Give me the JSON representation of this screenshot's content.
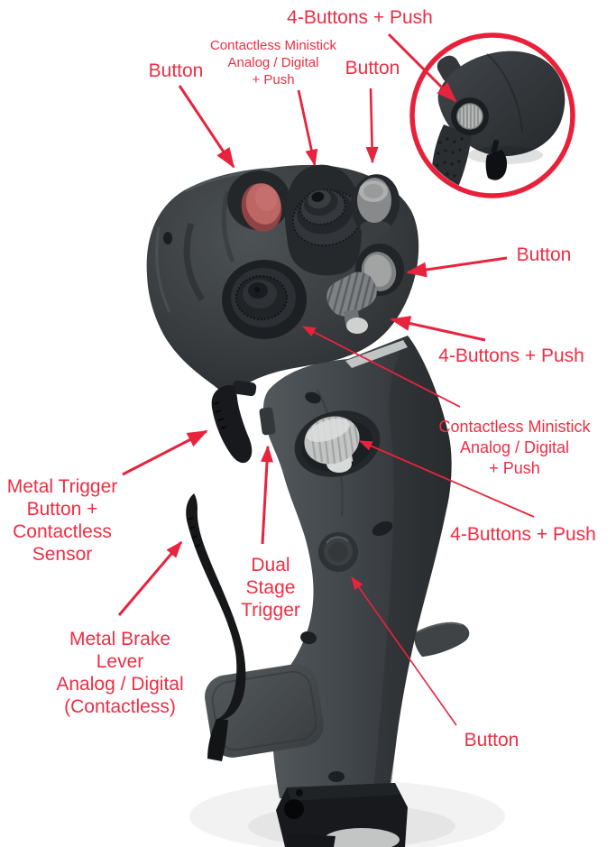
{
  "colors": {
    "background": "#ffffff",
    "label_text": "#ef2e44",
    "arrow": "#e8233d",
    "inset_ring": "#e8203a"
  },
  "labels": [
    {
      "id": "hat-4buttons-top",
      "text": "4-Buttons + Push"
    },
    {
      "id": "ministick-top",
      "text": "Contactless Ministick\nAnalog / Digital\n+ Push"
    },
    {
      "id": "button-top-left",
      "text": "Button"
    },
    {
      "id": "button-top-center",
      "text": "Button"
    },
    {
      "id": "button-right",
      "text": "Button"
    },
    {
      "id": "hat-4buttons-right",
      "text": "4-Buttons + Push"
    },
    {
      "id": "ministick-right",
      "text": "Contactless Ministick\nAnalog / Digital\n+ Push"
    },
    {
      "id": "hat-4buttons-lower",
      "text": "4-Buttons + Push"
    },
    {
      "id": "metal-trigger",
      "text": "Metal Trigger\nButton +\nContactless\nSensor"
    },
    {
      "id": "dual-stage-trigger",
      "text": "Dual\nStage\nTrigger"
    },
    {
      "id": "metal-brake-lever",
      "text": "Metal Brake\nLever\nAnalog / Digital\n(Contactless)"
    },
    {
      "id": "button-bottom",
      "text": "Button"
    }
  ]
}
